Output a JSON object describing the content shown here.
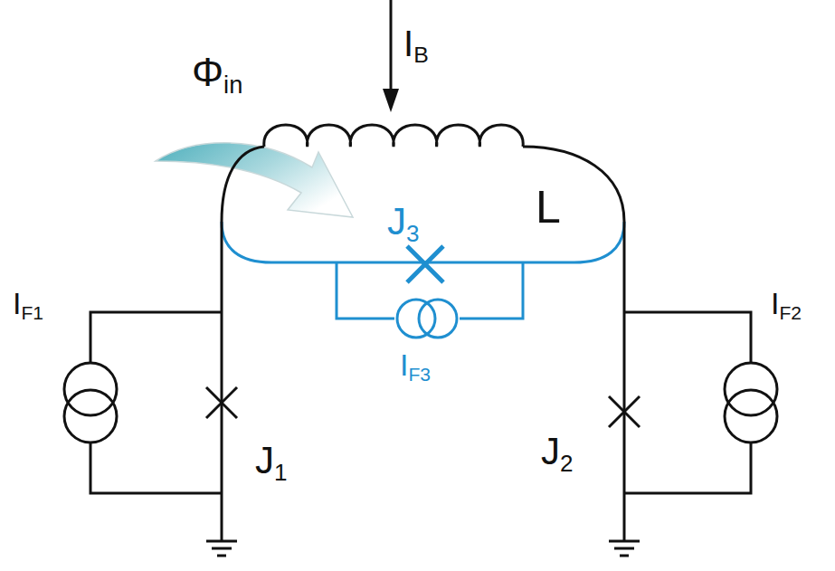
{
  "diagram": {
    "labels": [
      "Φin",
      "IB",
      "L",
      "J3",
      "IF1",
      "IF3",
      "J1",
      "J2",
      "IF2"
    ]
  }
}
